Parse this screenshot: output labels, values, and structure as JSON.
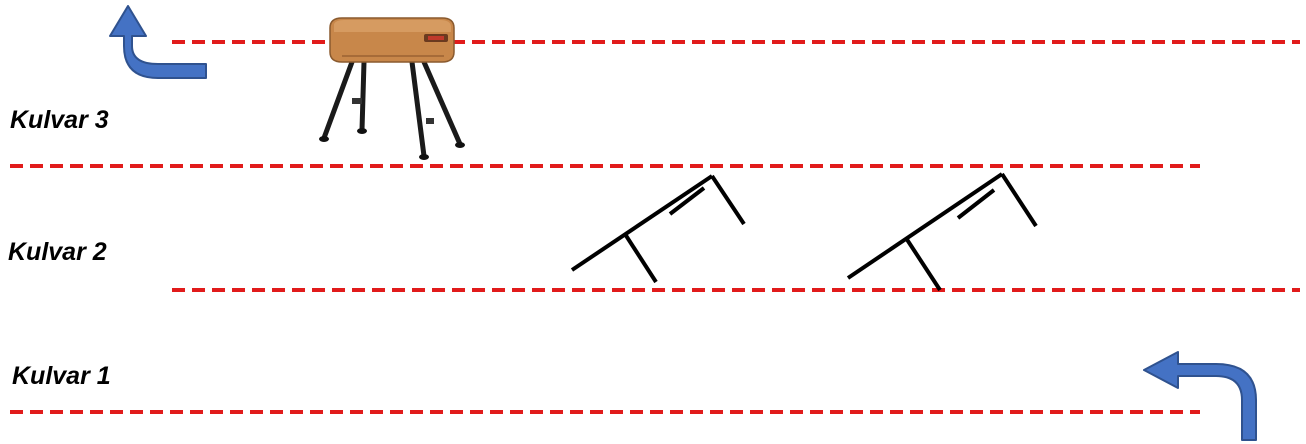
{
  "lanes": [
    {
      "label": "Kulvar 3"
    },
    {
      "label": "Kulvar 2"
    },
    {
      "label": "Kulvar 1"
    }
  ],
  "colors": {
    "lane_line": "#e11b1b",
    "arrow": "#4472c4",
    "arrow_outline": "#2f528f",
    "hurdle": "#000000",
    "vault_body": "#c8874a",
    "vault_legs": "#1a1a1a"
  },
  "icons": {
    "arrow_top": "u-turn-arrow-up-icon",
    "arrow_bottom": "u-turn-arrow-left-icon",
    "vault": "pommel-horse-icon",
    "hurdle": "hurdle-icon"
  }
}
